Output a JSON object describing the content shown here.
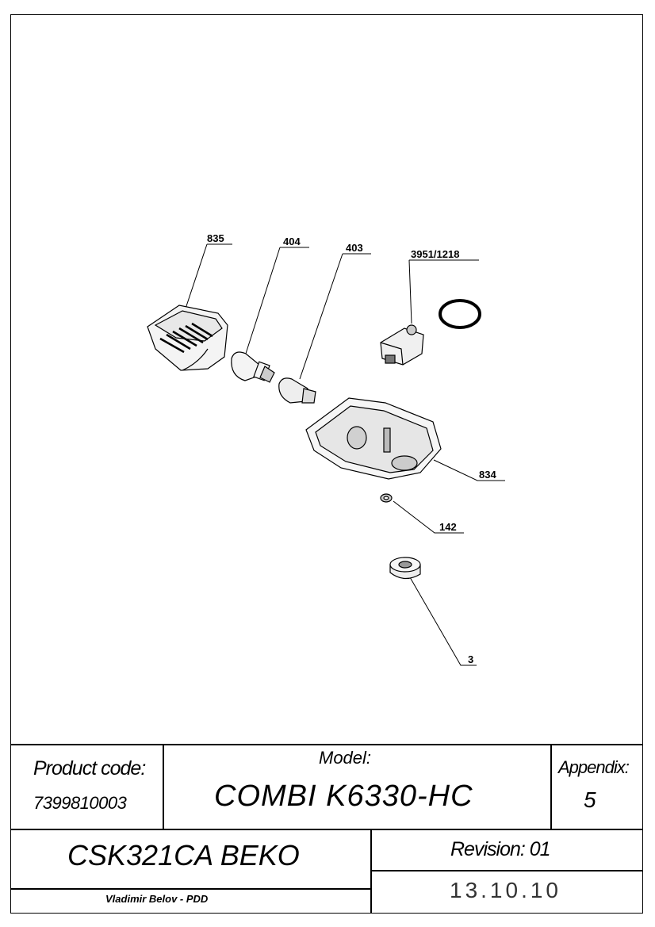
{
  "drawing": {
    "callouts": [
      "835",
      "404",
      "403",
      "3951/1218",
      "834",
      "142",
      "3"
    ]
  },
  "title_block": {
    "product_code_label": "Product code:",
    "product_code_value": "7399810003",
    "model_label": "Model:",
    "model_value": "COMBI K6330-HC",
    "appendix_label": "Appendix:",
    "appendix_value": "5",
    "product_name": "CSK321CA BEKO",
    "revision_label": "Revision: 01",
    "author": "Vladimir Belov - PDD",
    "date": "13.10.10"
  }
}
